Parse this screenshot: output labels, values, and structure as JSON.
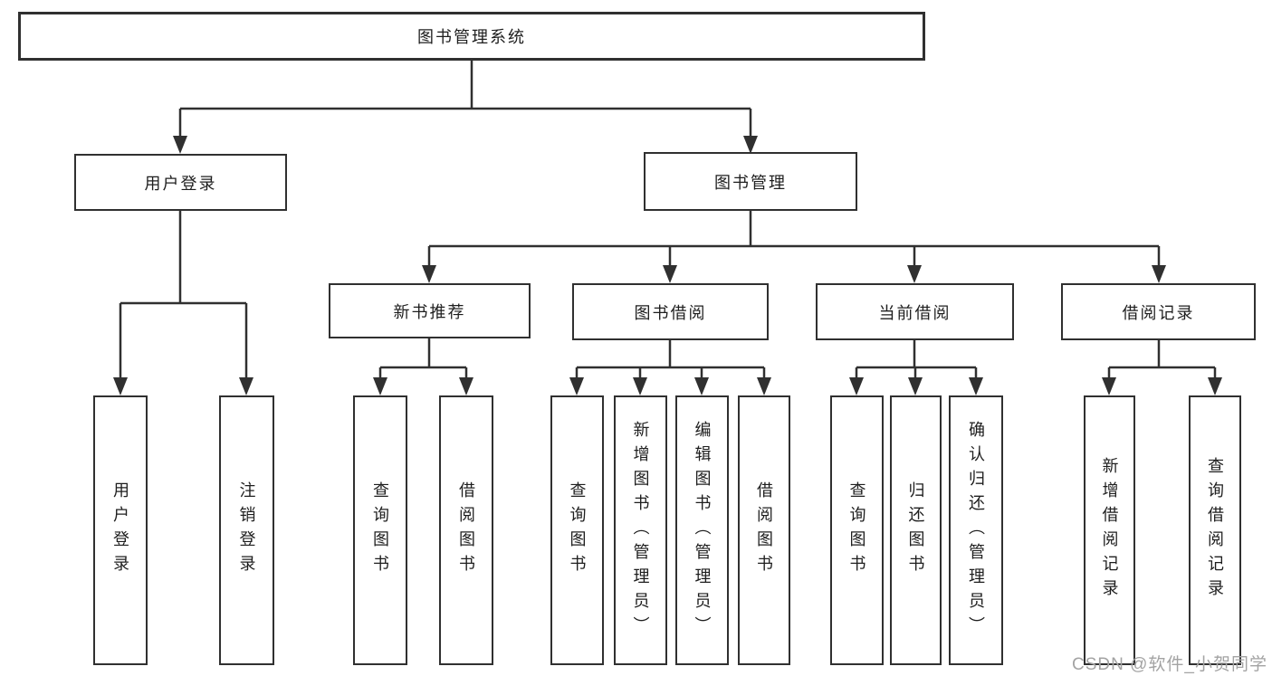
{
  "tree": {
    "label": "图书管理系统",
    "children": [
      {
        "label": "用户登录",
        "children": [
          {
            "label": "用户登录"
          },
          {
            "label": "注销登录"
          }
        ]
      },
      {
        "label": "图书管理",
        "children": [
          {
            "label": "新书推荐",
            "children": [
              {
                "label": "查询图书"
              },
              {
                "label": "借阅图书"
              }
            ]
          },
          {
            "label": "图书借阅",
            "children": [
              {
                "label": "查询图书"
              },
              {
                "label": "新增图书（管理员）"
              },
              {
                "label": "编辑图书（管理员）"
              },
              {
                "label": "借阅图书"
              }
            ]
          },
          {
            "label": "当前借阅",
            "children": [
              {
                "label": "查询图书"
              },
              {
                "label": "归还图书"
              },
              {
                "label": "确认归还（管理员）"
              }
            ]
          },
          {
            "label": "借阅记录",
            "children": [
              {
                "label": "新增借阅记录"
              },
              {
                "label": "查询借阅记录"
              }
            ]
          }
        ]
      }
    ]
  },
  "watermark": {
    "text": "CSDN @软件_小贺同学"
  },
  "colors": {
    "line": "#303030",
    "box_border": "#303030",
    "text": "#1e1e1e",
    "watermark": "#a3a3a3",
    "background": "#ffffff"
  }
}
